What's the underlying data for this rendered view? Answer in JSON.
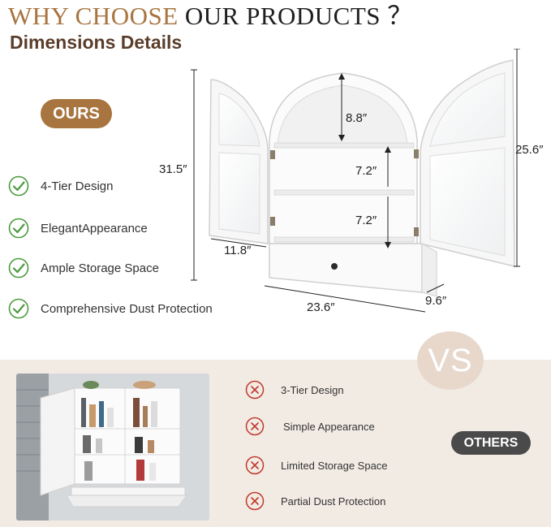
{
  "header": {
    "headline_accent": "WHY CHOOSE",
    "headline_rest": "OUR PRODUCTS ？",
    "subtitle": "Dimensions Details"
  },
  "ours": {
    "badge": "OURS",
    "features": [
      {
        "label": "4-Tier Design",
        "icon": "check-circle-icon"
      },
      {
        "label": "ElegantAppearance",
        "icon": "check-circle-icon"
      },
      {
        "label": "Ample Storage Space",
        "icon": "check-circle-icon"
      },
      {
        "label": "Comprehensive Dust Protection",
        "icon": "check-circle-icon"
      }
    ]
  },
  "dimensions": {
    "total_height": "31.5″",
    "door_height": "25.6″",
    "top_arch": "8.8″",
    "shelf_gap_1": "7.2″",
    "shelf_gap_2": "7.2″",
    "door_width": "11.8″",
    "width": "23.6″",
    "depth": "9.6″"
  },
  "comparison": {
    "vs": "VS",
    "others_badge": "OTHERS",
    "cons": [
      {
        "label": "3-Tier Design",
        "icon": "x-circle-icon"
      },
      {
        "label": "Simple Appearance",
        "icon": "x-circle-icon"
      },
      {
        "label": "Limited Storage Space",
        "icon": "x-circle-icon"
      },
      {
        "label": "Partial Dust Protection",
        "icon": "x-circle-icon"
      }
    ]
  },
  "colors": {
    "accent": "#a8743f",
    "check_green": "#4d9a3f",
    "cross_red": "#c0392b",
    "compare_bg": "#f2ebe4",
    "others_badge": "#4a4a4a"
  }
}
